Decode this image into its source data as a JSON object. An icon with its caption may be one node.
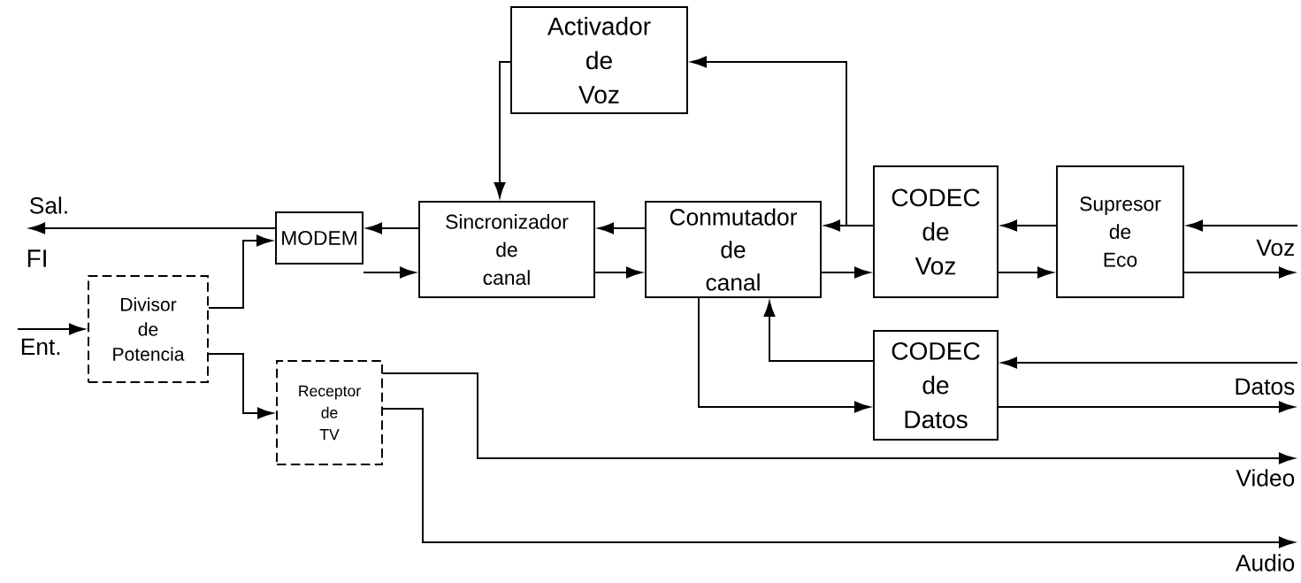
{
  "diagram": {
    "nodes": [
      {
        "text": [
          "Activador de Voz"
        ]
      },
      {
        "text": [
          "Sincronizador de canal"
        ]
      },
      {
        "text": [
          "MODEM"
        ]
      },
      {
        "text": [
          "Conmutador de canal"
        ]
      },
      {
        "text": [
          "CODEC de Voz"
        ]
      },
      {
        "text": [
          "Supresor de Eco"
        ]
      },
      {
        "text": [
          "Divisor de Potencia"
        ]
      },
      {
        "text": [
          "Receptor de TV"
        ]
      },
      {
        "text": [
          "CODEC de Datos"
        ]
      },
      {
        "text": [
          "Sal."
        ]
      },
      {
        "text": [
          "Voz"
        ]
      },
      {
        "text": [
          "Ent."
        ]
      },
      {
        "text": [
          "Datos"
        ]
      },
      {
        "text": [
          "Video"
        ]
      },
      {
        "text": [
          "Audio"
        ]
      }
    ],
    "edges": [
      {
        "from": 0,
        "to": 1,
        "arrow": "to"
      },
      {
        "from": 4,
        "to": 0,
        "arrow": "to"
      },
      {
        "from": 4,
        "to": 3,
        "arrow": "to"
      },
      {
        "from": 3,
        "to": 4,
        "arrow": "to"
      },
      {
        "from": 5,
        "to": 4,
        "arrow": "to"
      },
      {
        "from": 4,
        "to": 5,
        "arrow": "to"
      },
      {
        "from": 10,
        "to": 5,
        "arrow": "to"
      },
      {
        "from": 5,
        "to": 10,
        "arrow": "to"
      },
      {
        "from": 3,
        "to": 1,
        "arrow": "to"
      },
      {
        "from": 1,
        "to": 3,
        "arrow": "to"
      },
      {
        "from": 1,
        "to": 2,
        "arrow": "to"
      },
      {
        "from": 2,
        "to": 1,
        "arrow": "to"
      },
      {
        "from": 2,
        "to": 9,
        "arrow": "to"
      },
      {
        "from": 11,
        "to": 6,
        "arrow": "to"
      },
      {
        "from": 6,
        "to": 2,
        "arrow": "to"
      },
      {
        "from": 6,
        "to": 7,
        "arrow": "to"
      },
      {
        "from": 7,
        "to": 13,
        "arrow": "to"
      },
      {
        "from": 7,
        "to": 14,
        "arrow": "to"
      },
      {
        "from": 3,
        "to": 8,
        "arrow": "to"
      },
      {
        "from": 8,
        "to": 3,
        "arrow": "to"
      },
      {
        "from": 12,
        "to": 8,
        "arrow": "to"
      },
      {
        "from": 8,
        "to": 12,
        "arrow": "to"
      }
    ],
    "labels": [
      "FI"
    ]
  }
}
